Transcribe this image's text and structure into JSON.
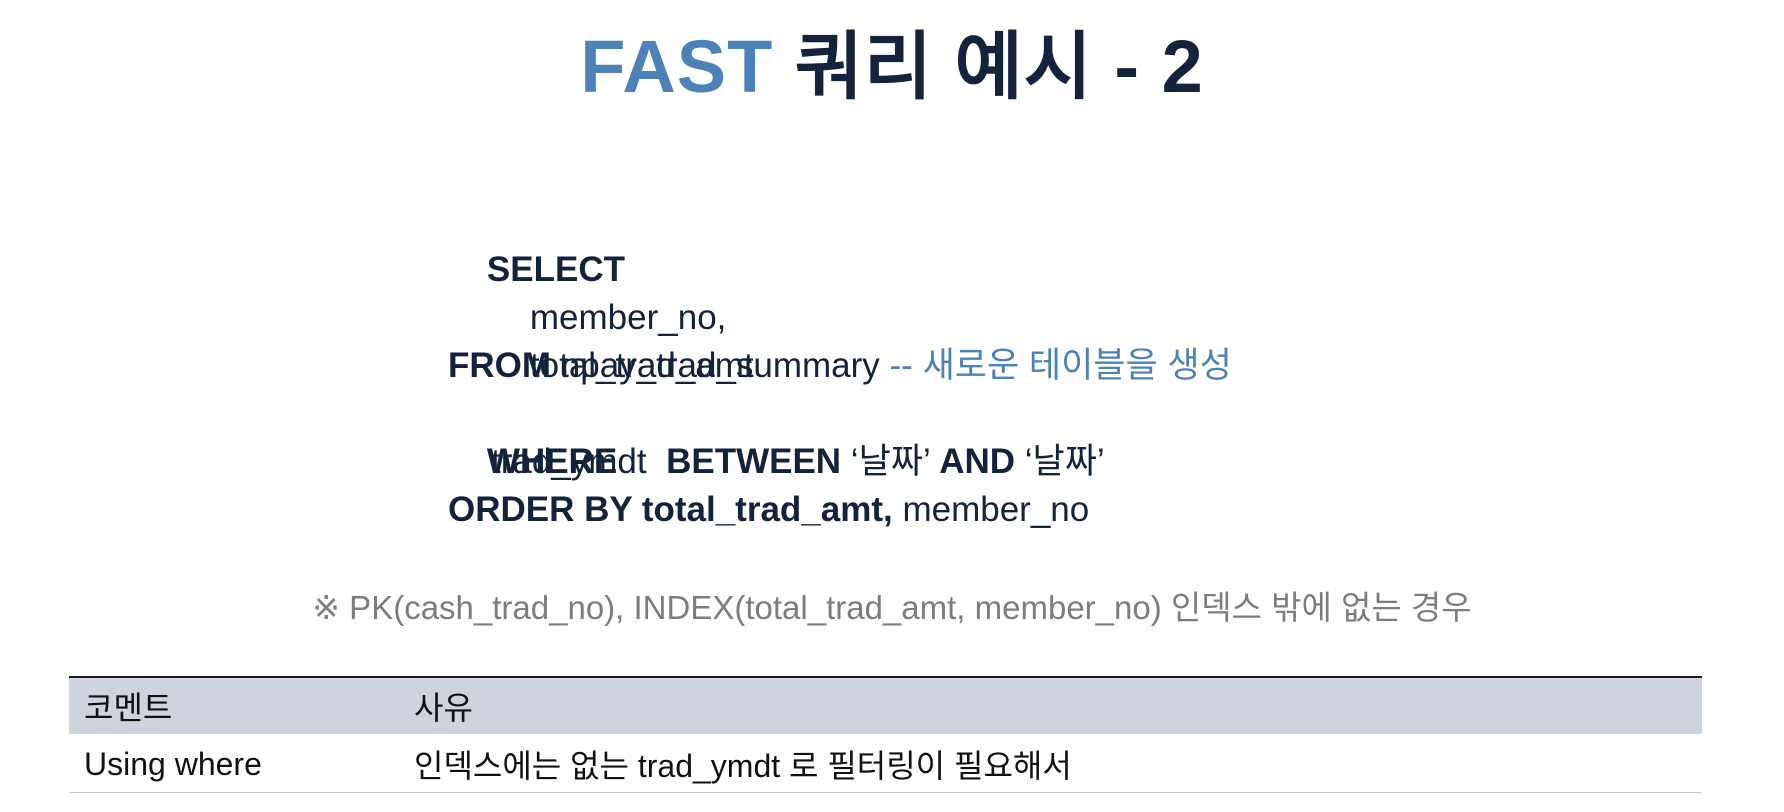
{
  "title": {
    "accent": "FAST",
    "rest": " 쿼리 예시 - 2"
  },
  "code": {
    "select_kw": "SELECT",
    "col1": "member_no,",
    "col2": "total_trad_amt",
    "from_kw": "FROM",
    "from_table": " npay_trad_summary ",
    "from_comment": "-- 새로운 테이블을 생성",
    "where_kw": "WHERE",
    "where_col": "trad_ymdt  ",
    "between_kw": "BETWEEN",
    "date1": " ‘날짜’ ",
    "and_kw": "AND",
    "date2": " ‘날짜’",
    "order_kw": "ORDER BY total_trad_amt,",
    "order_rest": " member_no"
  },
  "note": "※ PK(cash_trad_no), INDEX(total_trad_amt, member_no) 인덱스 밖에 없는 경우",
  "table": {
    "headers": [
      "코멘트",
      "사유"
    ],
    "rows": [
      [
        "Using where",
        "인덱스에는 없는 trad_ymdt 로 필터링이 필요해서"
      ]
    ]
  }
}
